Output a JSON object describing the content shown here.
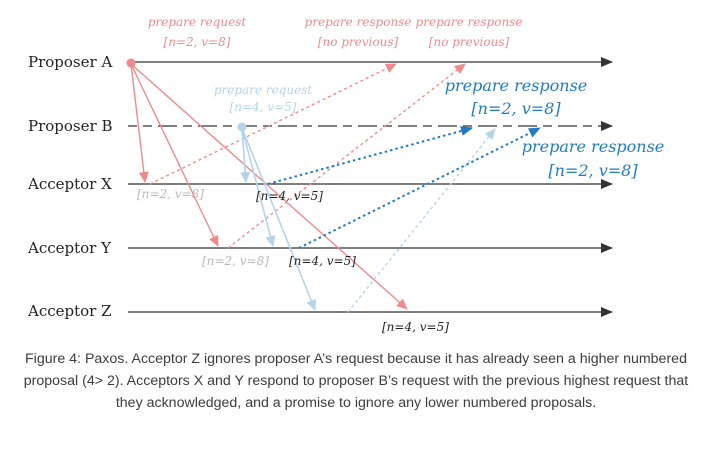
{
  "lanes": {
    "proposer_a": "Proposer A",
    "proposer_b": "Proposer B",
    "acceptor_x": "Acceptor X",
    "acceptor_y": "Acceptor Y",
    "acceptor_z": "Acceptor Z"
  },
  "labels": {
    "a_prepare_line1": "prepare request",
    "a_prepare_line2": "[n=2, v=8]",
    "a_resp1_line1": "prepare response",
    "a_resp1_line2": "[no previous]",
    "a_resp2_line1": "prepare response",
    "a_resp2_line2": "[no previous]",
    "b_prepare_line1": "prepare request",
    "b_prepare_line2": "[n=4, v=5]",
    "b_resp1_line1": "prepare response",
    "b_resp1_line2": "[n=2, v=8]",
    "b_resp2_line1": "prepare response",
    "b_resp2_line2": "[n=2, v=8]",
    "x_state_old": "[n=2, v=8]",
    "x_state_new": "[n=4, v=5]",
    "y_state_old": "[n=2, v=8]",
    "y_state_new": "[n=4, v=5]",
    "z_state": "[n=4, v=5]"
  },
  "colors": {
    "proposer_a": "#f08a8a",
    "proposer_b": "#b6d3ec",
    "response_b": "#1f7cc4",
    "faded_text": "#b9b9b9",
    "axis": "#333333"
  },
  "caption": "Figure 4: Paxos. Acceptor Z ignores proposer A’s request because it has already seen a higher numbered proposal (4> 2). Acceptors X and Y respond to proposer B’s request with the previous highest request that they acknowledged, and a promise to ignore any lower numbered proposals."
}
